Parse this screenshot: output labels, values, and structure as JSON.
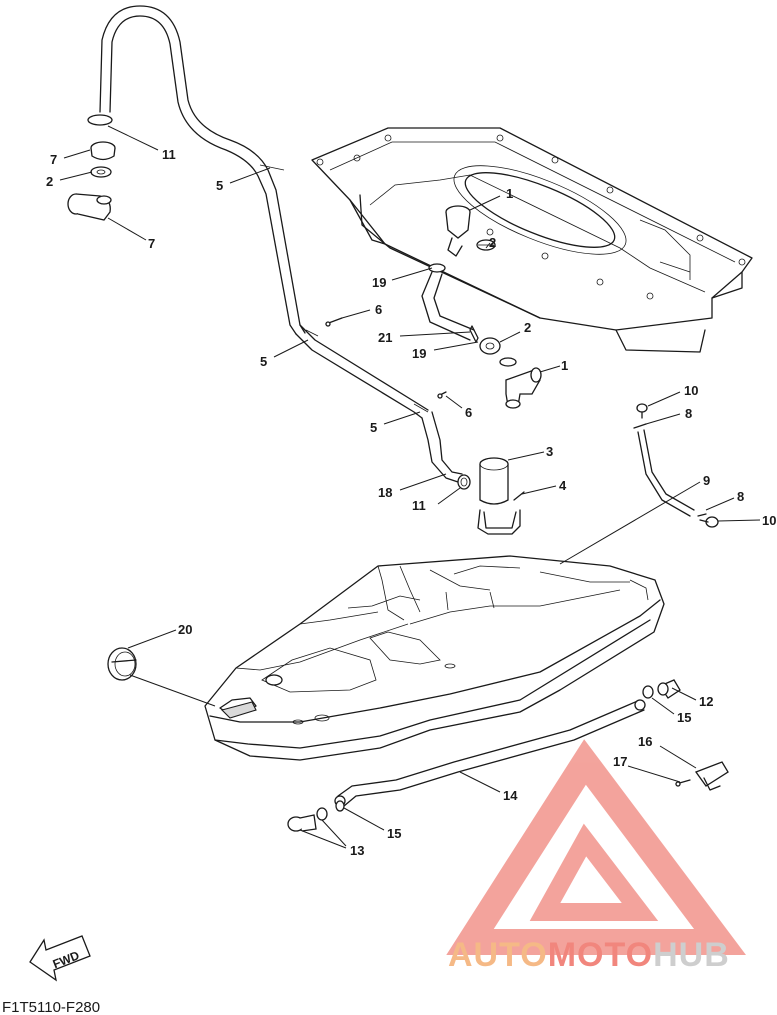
{
  "diagram": {
    "figure_code": "F1T5110-F280",
    "direction_label": "FWD",
    "watermark": {
      "brand_part1": "AUTO",
      "brand_part2": "MOTO",
      "brand_part3": "HUB",
      "color_orange": "#f5b27a",
      "color_red": "#f07a70",
      "color_dark": "#c9c9c9",
      "color_logo": "#f29a92"
    },
    "callouts": {
      "c11_top": "11",
      "c7_top": "7",
      "c2_top": "2",
      "c7_bottom": "7",
      "c5_top": "5",
      "c1_top": "1",
      "c2_tank": "2",
      "c19_top": "19",
      "c6_top": "6",
      "c21": "21",
      "c5_mid": "5",
      "c2_right": "2",
      "c19_mid": "19",
      "c1_right": "1",
      "c5_low": "5",
      "c6_low": "6",
      "c10_top": "10",
      "c8_top": "8",
      "c3": "3",
      "c18": "18",
      "c11_low": "11",
      "c4": "4",
      "c9": "9",
      "c8_right": "8",
      "c10_right": "10",
      "c20": "20",
      "c12": "12",
      "c15_right": "15",
      "c16": "16",
      "c17": "17",
      "c14": "14",
      "c15_bottom": "15",
      "c13": "13"
    }
  }
}
